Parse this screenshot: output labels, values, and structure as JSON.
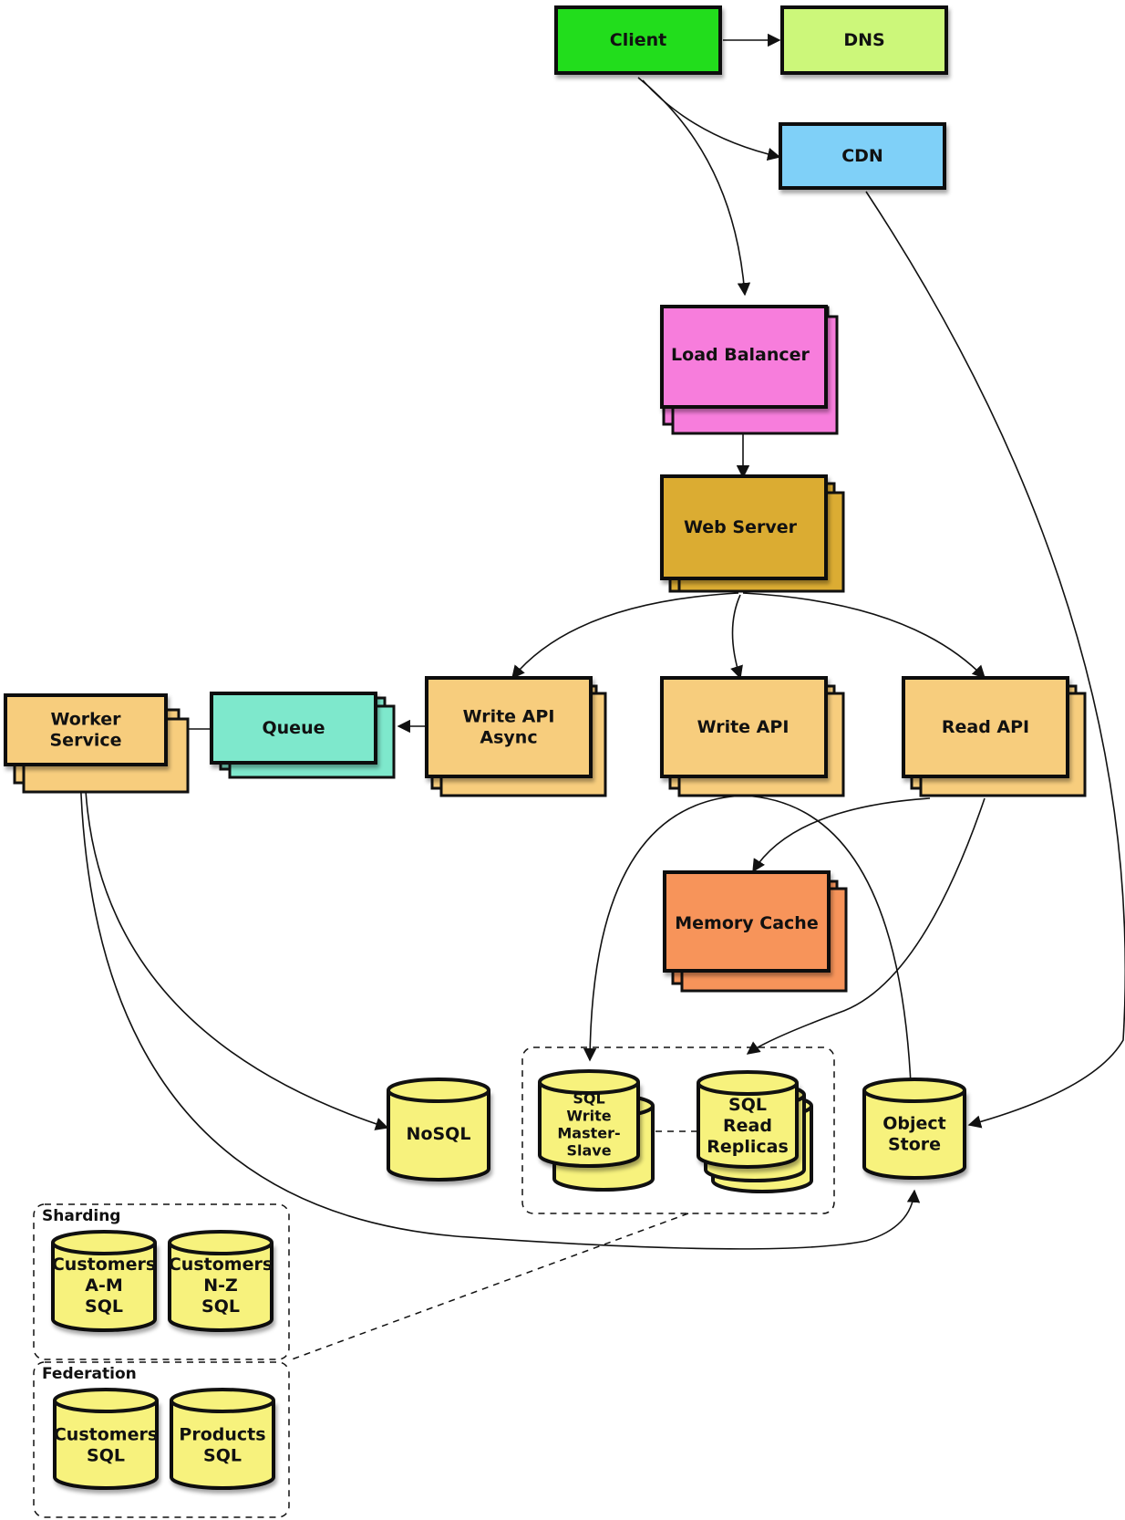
{
  "nodes": {
    "client": {
      "label": [
        "Client"
      ],
      "color": "#22dd1c"
    },
    "dns": {
      "label": [
        "DNS"
      ],
      "color": "#ccf77a"
    },
    "cdn": {
      "label": [
        "CDN"
      ],
      "color": "#7fd0f8"
    },
    "load_balancer": {
      "label": [
        "Load Balancer"
      ],
      "color": "#f77ddc"
    },
    "web_server": {
      "label": [
        "Web Server"
      ],
      "color": "#dbac33"
    },
    "write_api_async": {
      "label": [
        "Write API",
        "Async"
      ],
      "color": "#f7cd7d"
    },
    "write_api": {
      "label": [
        "Write API"
      ],
      "color": "#f7cd7d"
    },
    "read_api": {
      "label": [
        "Read API"
      ],
      "color": "#f7cd7d"
    },
    "queue": {
      "label": [
        "Queue"
      ],
      "color": "#7ee8cc"
    },
    "worker_service": {
      "label": [
        "Worker",
        "Service"
      ],
      "color": "#f7cd7d"
    },
    "memory_cache": {
      "label": [
        "Memory Cache"
      ],
      "color": "#f7945a"
    },
    "nosql": {
      "label": [
        "NoSQL"
      ],
      "color": "#f7f27d"
    },
    "sql_write": {
      "label": [
        "SQL",
        "Write",
        "Master-",
        "Slave"
      ],
      "color": "#f7f27d"
    },
    "sql_read": {
      "label": [
        "SQL",
        "Read",
        "Replicas"
      ],
      "color": "#f7f27d"
    },
    "object_store": {
      "label": [
        "Object",
        "Store"
      ],
      "color": "#f7f27d"
    },
    "customers_am": {
      "label": [
        "Customers",
        "A-M",
        "SQL"
      ],
      "color": "#f7f27d"
    },
    "customers_nz": {
      "label": [
        "Customers",
        "N-Z",
        "SQL"
      ],
      "color": "#f7f27d"
    },
    "customers": {
      "label": [
        "Customers",
        "SQL"
      ],
      "color": "#f7f27d"
    },
    "products": {
      "label": [
        "Products",
        "SQL"
      ],
      "color": "#f7f27d"
    }
  },
  "groups": {
    "sharding": "Sharding",
    "federation": "Federation"
  }
}
